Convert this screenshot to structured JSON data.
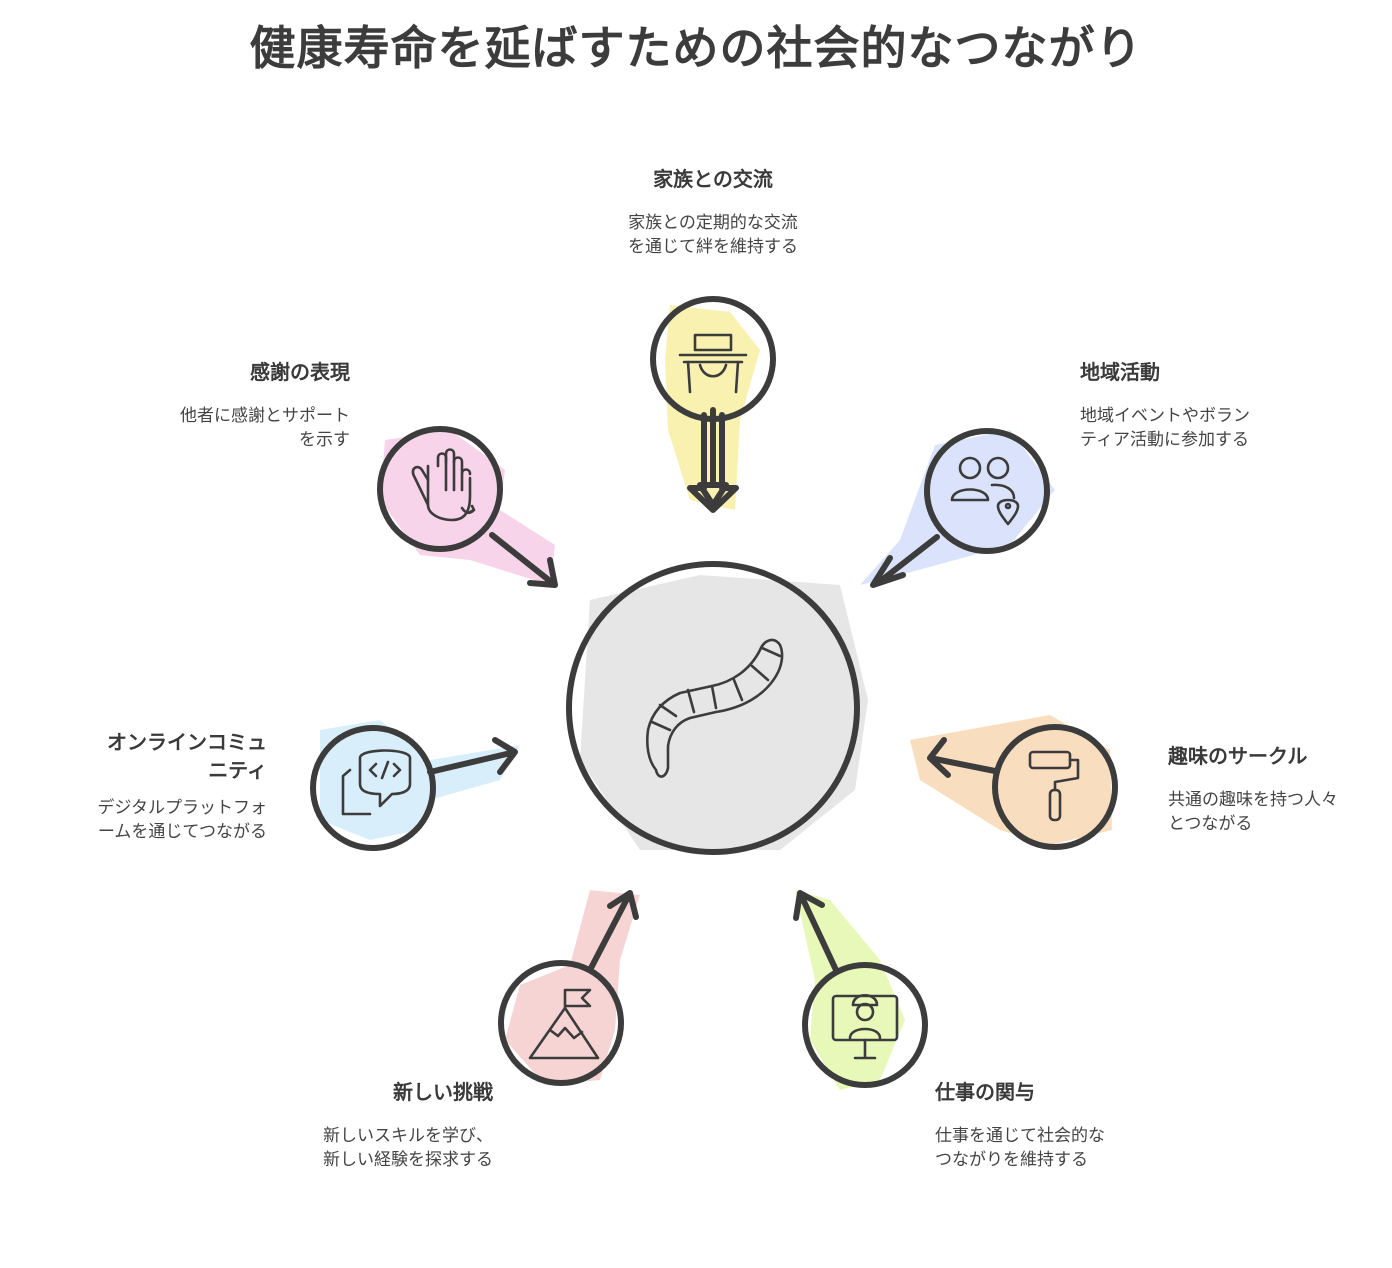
{
  "title": "健康寿命を延ばすための社会的なつながり",
  "center": {
    "icon": "worm-icon",
    "color": "#e6e6e6"
  },
  "nodes": [
    {
      "id": "family",
      "heading": "家族との交流",
      "desc": "家族との定期的な交流\nを通じて絆を維持する",
      "icon": "high-chair-icon",
      "color": "#f8f0a6"
    },
    {
      "id": "community",
      "heading": "地域活動",
      "desc": "地域イベントやボラン\nティア活動に参加する",
      "icon": "people-location-icon",
      "color": "#d6e0fb"
    },
    {
      "id": "hobby",
      "heading": "趣味のサークル",
      "desc": "共通の趣味を持つ人々\nとつながる",
      "icon": "paint-roller-icon",
      "color": "#f8d9b8"
    },
    {
      "id": "work",
      "heading": "仕事の関与",
      "desc": "仕事を通じて社会的な\nつながりを維持する",
      "icon": "engineer-monitor-icon",
      "color": "#e4f7b0"
    },
    {
      "id": "challenge",
      "heading": "新しい挑戦",
      "desc": "新しいスキルを学び、\n新しい経験を探求する",
      "icon": "mountain-flag-icon",
      "color": "#f6cfcf"
    },
    {
      "id": "online",
      "heading": "オンラインコミュ\nニティ",
      "desc": "デジタルプラットフォ\nームを通じてつながる",
      "icon": "code-chat-icon",
      "color": "#d5ecfb"
    },
    {
      "id": "gratitude",
      "heading": "感謝の表現",
      "desc": "他者に感謝とサポート\nを示す",
      "icon": "waving-hand-icon",
      "color": "#f6cfe8"
    }
  ]
}
